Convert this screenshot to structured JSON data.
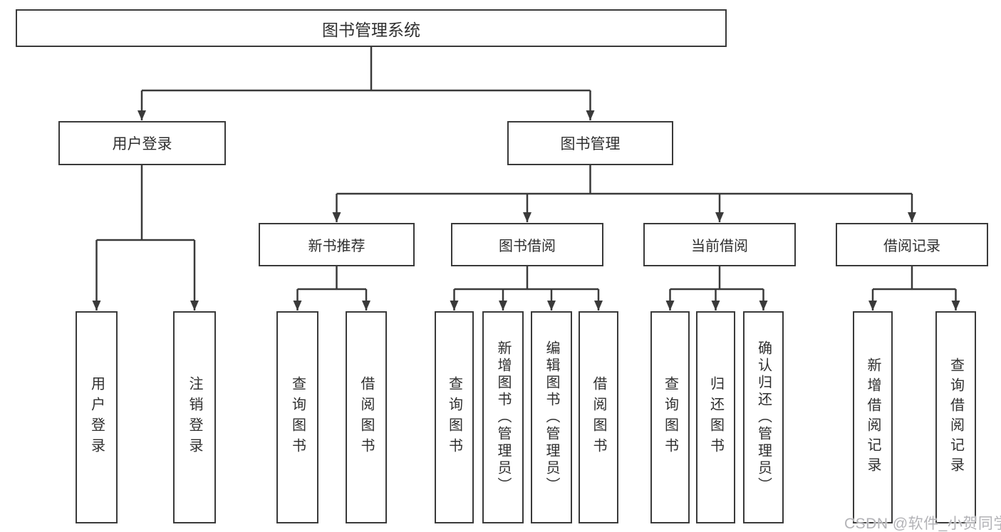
{
  "page": {
    "background_color": "#ffffff",
    "line_color": "#3a3a3a",
    "text_color": "#2f2f2f",
    "watermark_color": "#b3b3b7"
  },
  "nodes": {
    "root": "图书管理系统",
    "level2": [
      "用户登录",
      "图书管理"
    ],
    "level3": [
      "新书推荐",
      "图书借阅",
      "当前借阅",
      "借阅记录"
    ],
    "leaves": [
      "用户登录",
      "注销登录",
      "查询图书",
      "借阅图书",
      "查询图书",
      "新增图书（管理员）",
      "编辑图书（管理员）",
      "借阅图书",
      "查询图书",
      "归还图书",
      "确认归还（管理员）",
      "新增借阅记录",
      "查询借阅记录"
    ]
  },
  "watermark": "CSDN @软件_小贺同学"
}
